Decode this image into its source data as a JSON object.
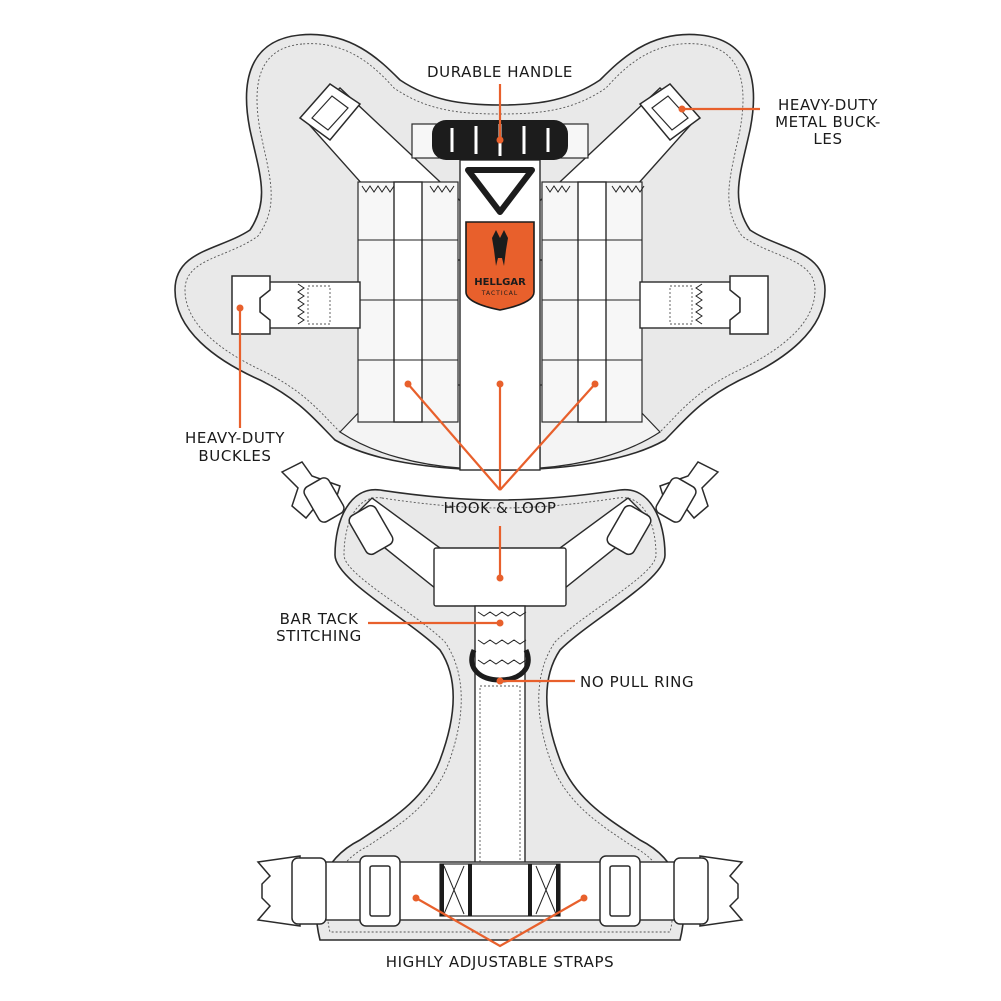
{
  "logo": {
    "brand": "HELLGAR",
    "sub": "TACTICAL",
    "color": "#e8602c"
  },
  "callouts": {
    "durable_handle": "DURABLE HANDLE",
    "metal_buckles": [
      "HEAVY-DUTY",
      "METAL BUCK-",
      "LES"
    ],
    "buckles": [
      "HEAVY-DUTY",
      "BUCKLES"
    ],
    "hook_loop": "HOOK & LOOP",
    "bar_tack": [
      "BAR TACK",
      "STITCHING"
    ],
    "no_pull_ring": "NO PULL RING",
    "straps": "HIGHLY ADJUSTABLE STRAPS"
  },
  "colors": {
    "accent": "#e8602c",
    "panel": "#e9e9e9",
    "outline": "#2b2b2b"
  }
}
